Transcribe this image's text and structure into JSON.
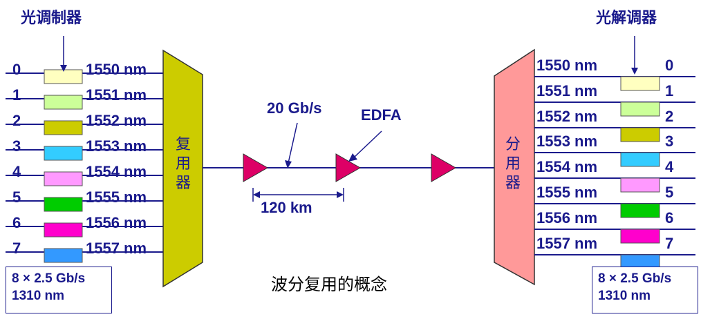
{
  "left": {
    "title": "光调制器",
    "channels": [
      {
        "index": "0",
        "wavelength": "1550 nm",
        "color": "#ffffc0"
      },
      {
        "index": "1",
        "wavelength": "1551 nm",
        "color": "#ccff99"
      },
      {
        "index": "2",
        "wavelength": "1552 nm",
        "color": "#cccc00"
      },
      {
        "index": "3",
        "wavelength": "1553 nm",
        "color": "#33ccff"
      },
      {
        "index": "4",
        "wavelength": "1554 nm",
        "color": "#ff99ff"
      },
      {
        "index": "5",
        "wavelength": "1555 nm",
        "color": "#00cc00"
      },
      {
        "index": "6",
        "wavelength": "1556 nm",
        "color": "#ff00cc"
      },
      {
        "index": "7",
        "wavelength": "1557 nm",
        "color": "#3399ff"
      }
    ],
    "info_line1": "8 × 2.5 Gb/s",
    "info_line2": "1310 nm",
    "mux_label": [
      "复",
      "用",
      "器"
    ],
    "mux_color": "#cccc00"
  },
  "right": {
    "title": "光解调器",
    "channels": [
      {
        "index": "0",
        "wavelength": "1550 nm",
        "color": "#ffffc0"
      },
      {
        "index": "1",
        "wavelength": "1551 nm",
        "color": "#ccff99"
      },
      {
        "index": "2",
        "wavelength": "1552 nm",
        "color": "#cccc00"
      },
      {
        "index": "3",
        "wavelength": "1553 nm",
        "color": "#33ccff"
      },
      {
        "index": "4",
        "wavelength": "1554 nm",
        "color": "#ff99ff"
      },
      {
        "index": "5",
        "wavelength": "1555 nm",
        "color": "#00cc00"
      },
      {
        "index": "6",
        "wavelength": "1556 nm",
        "color": "#ff00cc"
      },
      {
        "index": "7",
        "wavelength": "1557 nm",
        "color": "#3399ff"
      }
    ],
    "info_line1": "8 × 2.5 Gb/s",
    "info_line2": "1310 nm",
    "demux_label": [
      "分",
      "用",
      "器"
    ],
    "demux_color": "#ff9999"
  },
  "link": {
    "rate": "20 Gb/s",
    "amplifier": "EDFA",
    "span": "120 km",
    "amp_color": "#dd0066"
  },
  "caption": "波分复用的概念",
  "line_color": "#1a1a8c"
}
